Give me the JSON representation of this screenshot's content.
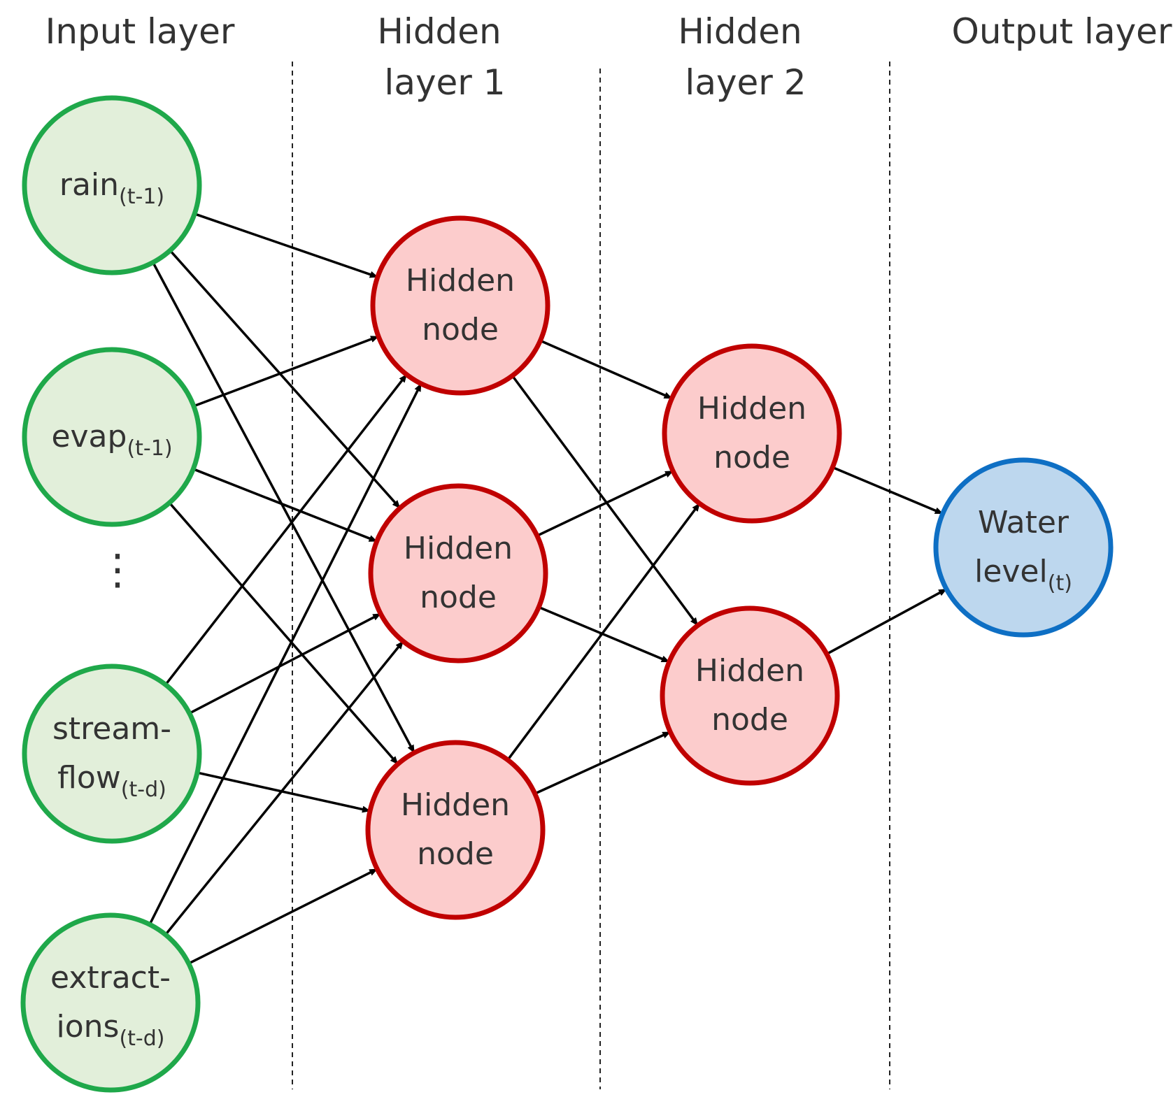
{
  "layers": {
    "input": {
      "title_lines": [
        "Input layer"
      ]
    },
    "hidden1": {
      "title_lines": [
        "Hidden",
        "layer 1"
      ]
    },
    "hidden2": {
      "title_lines": [
        "Hidden",
        "layer 2"
      ]
    },
    "output": {
      "title_lines": [
        "Output layer"
      ]
    }
  },
  "input_nodes": [
    {
      "id": "rain",
      "lines": [
        {
          "text": "rain",
          "sub": "(t-1)"
        }
      ]
    },
    {
      "id": "evap",
      "lines": [
        {
          "text": "evap",
          "sub": "(t-1)"
        }
      ]
    },
    {
      "id": "streamflow",
      "lines": [
        {
          "text": "stream-",
          "sub": ""
        },
        {
          "text": "flow",
          "sub": "(t-d)"
        }
      ]
    },
    {
      "id": "extractions",
      "lines": [
        {
          "text": "extract-",
          "sub": ""
        },
        {
          "text": "ions",
          "sub": "(t-d)"
        }
      ]
    }
  ],
  "ellipsis": "⋮",
  "hidden1_nodes": [
    {
      "lines": [
        {
          "text": "Hidden",
          "sub": ""
        },
        {
          "text": "node",
          "sub": ""
        }
      ]
    },
    {
      "lines": [
        {
          "text": "Hidden",
          "sub": ""
        },
        {
          "text": "node",
          "sub": ""
        }
      ]
    },
    {
      "lines": [
        {
          "text": "Hidden",
          "sub": ""
        },
        {
          "text": "node",
          "sub": ""
        }
      ]
    }
  ],
  "hidden2_nodes": [
    {
      "lines": [
        {
          "text": "Hidden",
          "sub": ""
        },
        {
          "text": "node",
          "sub": ""
        }
      ]
    },
    {
      "lines": [
        {
          "text": "Hidden",
          "sub": ""
        },
        {
          "text": "node",
          "sub": ""
        }
      ]
    }
  ],
  "output_nodes": [
    {
      "id": "water-level",
      "lines": [
        {
          "text": "Water",
          "sub": ""
        },
        {
          "text": "level",
          "sub": "(t)"
        }
      ]
    }
  ],
  "colors": {
    "input_fill": "#e2efda",
    "input_stroke": "#1fa84a",
    "hidden_fill": "#fccccc",
    "hidden_stroke": "#c00000",
    "output_fill": "#bdd7ee",
    "output_stroke": "#0e6fc4",
    "edge": "#000000"
  }
}
